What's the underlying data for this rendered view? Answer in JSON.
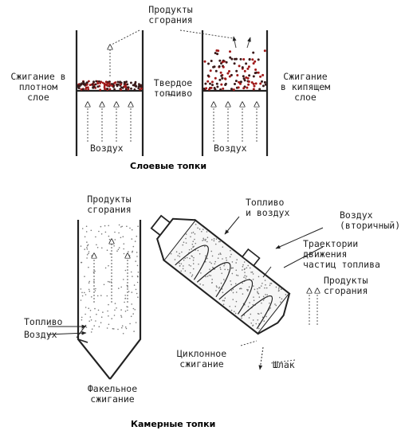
{
  "layered": {
    "products_label": "Продукты\nсгорания",
    "dense_label": "Сжигание в\nплотном\nслое",
    "solid_fuel_label": "Твердое\nтопливо",
    "fluid_label": "Сжигание\nв кипящем\nслое",
    "air_left": "Воздух",
    "air_right": "Воздух",
    "caption": "Слоевые топки"
  },
  "chamber": {
    "products_label": "Продукты\nсгорания",
    "fuel_label": "Топливо",
    "air_label": "Воздух",
    "torch_label": "Факельное\nсжигание",
    "fuel_air_label": "Топливо\nи воздух",
    "secondary_air_label": "Воздух\n(вторичный)",
    "trajectories_label": "Траектории\nдвижения\nчастиц топлива",
    "cyclone_products_label": "Продукты\nсгорания",
    "cyclone_label": "Циклонное\nсжигание",
    "slag_label": "Шлак",
    "caption": "Камерные топки"
  },
  "colors": {
    "ink": "#222222",
    "fuel_dark": "#3a1a1a",
    "fuel_red": "#a01818",
    "dots": "#777777"
  }
}
